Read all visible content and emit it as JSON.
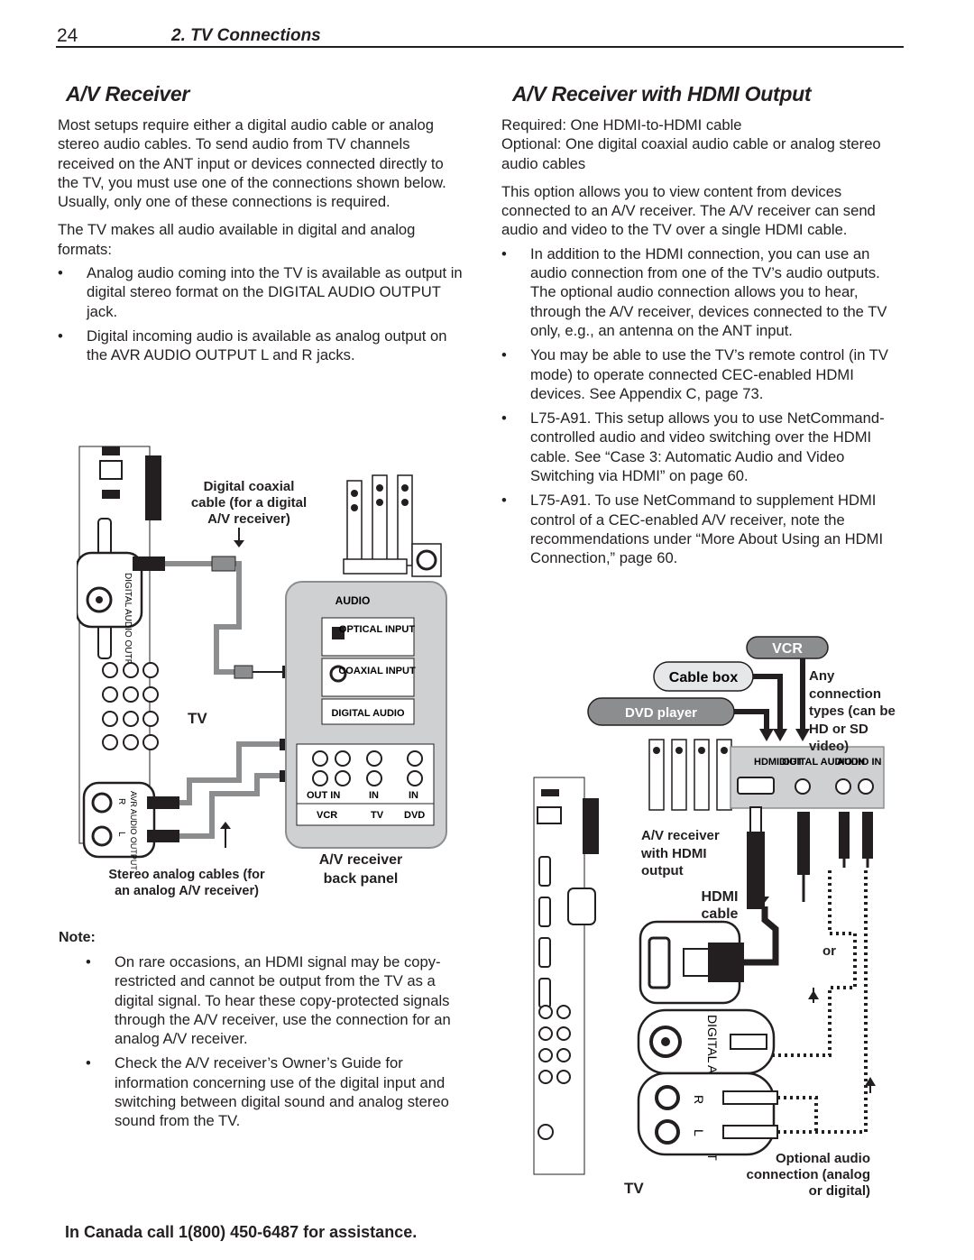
{
  "header": {
    "page_number": "24",
    "chapter": "2. TV Connections"
  },
  "left": {
    "title": "A/V Receiver",
    "para1": "Most setups require either a digital audio cable or analog stereo audio cables.  To send audio from TV channels received on the ANT input or devices connected directly to the TV, you must use one of the connections shown below.  Usually, only one of these connections is required.",
    "para2": "The TV makes all audio available in digital and analog formats:",
    "bullets": [
      "Analog audio coming into the TV is available as output in digital stereo format on the DIGITAL AUDIO OUTPUT jack.",
      "Digital incoming audio is available as analog output on the AVR AUDIO OUTPUT L and R jacks."
    ],
    "diagram": {
      "label_coaxial": "Digital coaxial cable (for a digital A/V receiver)",
      "label_analog": "Stereo analog cables (for an analog A/V receiver)",
      "label_tv": "TV",
      "label_back_panel": "A/V receiver back panel",
      "panel_audio": "AUDIO",
      "panel_optical": "OPTICAL INPUT",
      "panel_coaxial": "COAXIAL INPUT",
      "panel_digital_audio": "DIGITAL AUDIO",
      "panel_out_in": "OUT  IN",
      "panel_in1": "IN",
      "panel_in2": "IN",
      "panel_vcr": "VCR",
      "panel_tv": "TV",
      "panel_dvd": "DVD",
      "jack_digital_audio_output": "DIGITAL AUDIO OUTPUT",
      "jack_avr": "AVR AUDIO OUTPUT",
      "jack_r": "R",
      "jack_l": "L"
    },
    "note_heading": "Note:",
    "notes": [
      "On rare occasions, an HDMI signal may be copy-restricted and cannot be output from the TV as a digital signal.  To hear these copy-protected signals through the A/V receiver, use the connection for an analog A/V receiver.",
      "Check the A/V receiver’s Owner’s Guide for information concerning use of the digital input and switching between digital sound and analog stereo sound from the TV."
    ]
  },
  "right": {
    "title": "A/V Receiver with HDMI Output",
    "required": "Required:  One HDMI-to-HDMI cable",
    "optional": "Optional:  One digital coaxial audio cable or analog stereo audio cables",
    "para": "This option allows you to view content from devices connected to an A/V receiver.  The A/V receiver can send audio and video to the TV over a single HDMI cable.",
    "bullets": [
      "In addition to the HDMI connection, you can use an audio connection from one of the TV’s audio outputs.  The optional audio connection allows you to hear, through the A/V receiver, devices connected to the TV only, e.g., an antenna on the ANT input.",
      "You may be able to use the TV’s remote control (in TV mode) to operate connected CEC-enabled HDMI devices.  See Appendix C, page 73.",
      "L75-A91.  This setup allows you to use NetCommand-controlled audio and video switching over the HDMI cable.  See  “Case 3:  Automatic Audio and Video Switching via HDMI” on page 60.",
      "L75-A91.  To use NetCommand to supplement HDMI control of a CEC-enabled A/V receiver, note the recommendations under “More About Using an HDMI Connection,” page 60."
    ],
    "diagram": {
      "vcr": "VCR",
      "cable_box": "Cable box",
      "dvd_player": "DVD player",
      "any_connection": "Any connection types (can be HD or SD video)",
      "hdmi_out": "HDMI OUT",
      "digital_audio_in": "DIGITAL AUDIO IN",
      "audio_in": "AUDIO IN",
      "av_receiver": "A/V receiver with HDMI output",
      "hdmi_cable": "HDMI cable",
      "or": "or",
      "optional_audio": "Optional audio connection (analog or digital)",
      "tv": "TV",
      "jack_digital": "DIGITAL AUDIO OUTPUT",
      "jack_r": "R",
      "jack_l": "L"
    }
  },
  "footer": "In Canada call 1(800) 450-6487 for assistance."
}
